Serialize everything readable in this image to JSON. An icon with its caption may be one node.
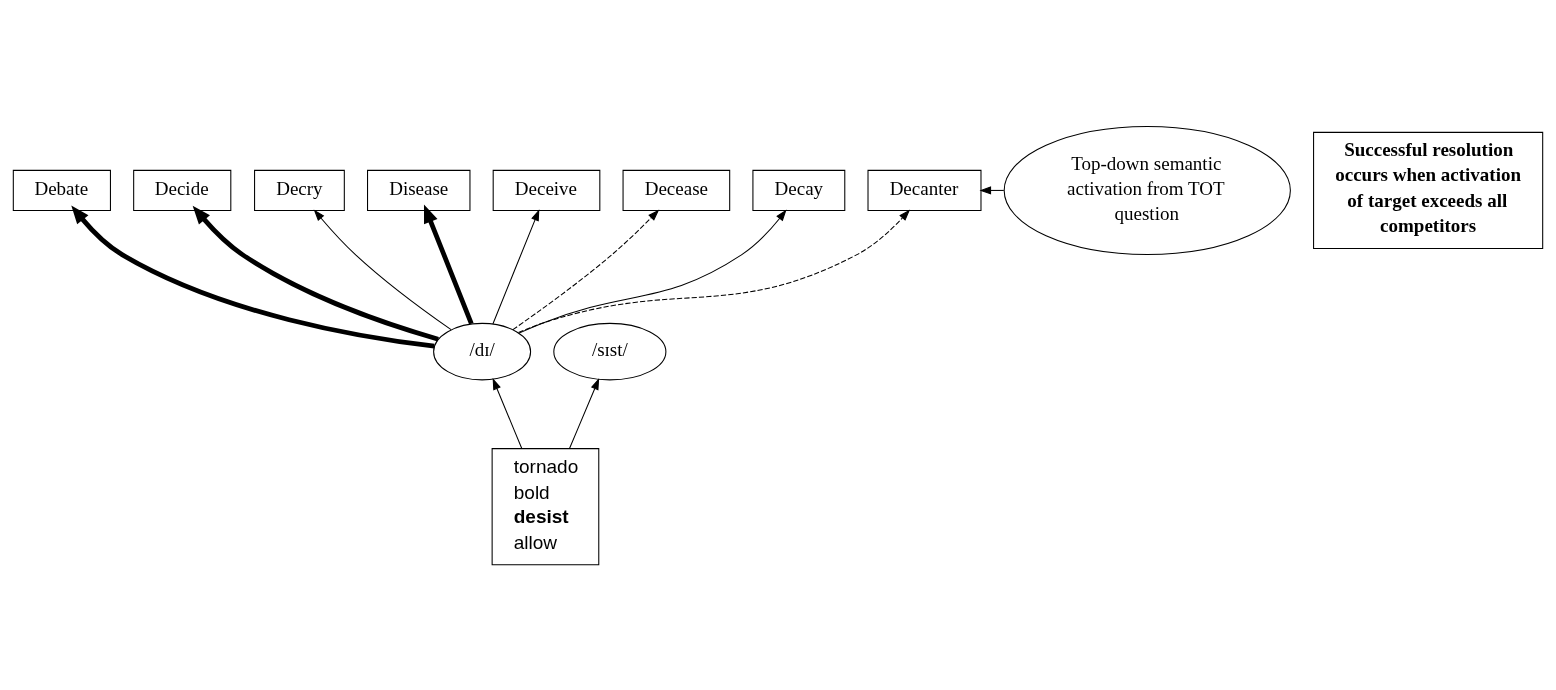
{
  "diagram": {
    "nodes": [
      {
        "text": [
          "tornado",
          "bold",
          "**desist**",
          "allow"
        ]
      },
      {
        "text": [
          "/dɪ/"
        ]
      },
      {
        "text": [
          "/sɪst/"
        ]
      },
      {
        "text": [
          "Debate"
        ]
      },
      {
        "text": [
          "Decide"
        ]
      },
      {
        "text": [
          "Decry"
        ]
      },
      {
        "text": [
          "Disease"
        ]
      },
      {
        "text": [
          "Deceive"
        ]
      },
      {
        "text": [
          "Decease"
        ]
      },
      {
        "text": [
          "Decay"
        ]
      },
      {
        "text": [
          "Decanter"
        ]
      },
      {
        "text": [
          "Top-down semantic activation from TOT question"
        ]
      },
      {
        "text": [
          "**Successful resolution occurs when activation of target exceeds all competitors**"
        ]
      }
    ],
    "edges": [
      {
        "from": 0,
        "to": 1,
        "arrow": "to"
      },
      {
        "from": 0,
        "to": 2,
        "arrow": "to"
      },
      {
        "from": 1,
        "to": 3,
        "arrow": "to",
        "style": "thick"
      },
      {
        "from": 1,
        "to": 4,
        "arrow": "to",
        "style": "thick"
      },
      {
        "from": 1,
        "to": 5,
        "arrow": "to"
      },
      {
        "from": 1,
        "to": 6,
        "arrow": "to",
        "style": "thick"
      },
      {
        "from": 1,
        "to": 7,
        "arrow": "to"
      },
      {
        "from": 1,
        "to": 8,
        "arrow": "to",
        "style": "dashed"
      },
      {
        "from": 1,
        "to": 9,
        "arrow": "to"
      },
      {
        "from": 1,
        "to": 10,
        "arrow": "to",
        "style": "dashed"
      },
      {
        "from": 11,
        "to": 10,
        "arrow": "to"
      }
    ]
  }
}
